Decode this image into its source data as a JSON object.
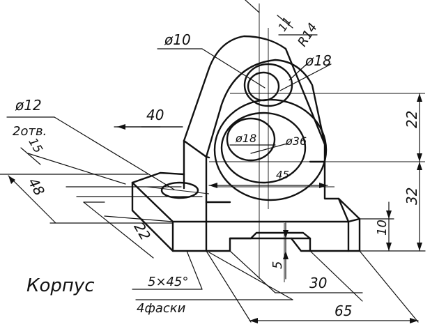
{
  "title": "Корпус",
  "notes": {
    "chamfer": "5×45°",
    "chamfer_count": "4фаски",
    "holes_count": "2отв."
  },
  "dims": {
    "d10": "ø10",
    "r14": "R14",
    "d18_top": "ø18",
    "d12": "ø12",
    "d18_mid": "ø18",
    "d36": "ø36",
    "v11": "11",
    "v40": "40",
    "v15": "15",
    "v48": "48",
    "v22_left": "22",
    "v45": "45",
    "v22_right": "22",
    "v32": "32",
    "v10": "10",
    "v5": "5",
    "v30": "30",
    "v65": "65"
  }
}
